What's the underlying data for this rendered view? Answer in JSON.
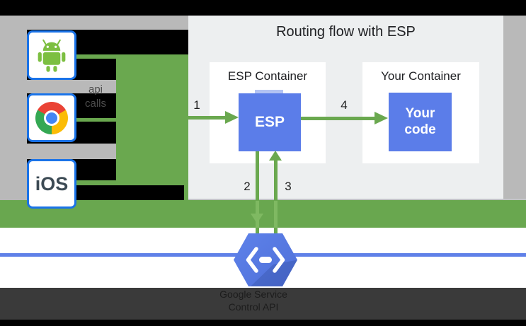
{
  "diagram": {
    "panel_title": "Routing flow with ESP",
    "esp_container_label": "ESP Container",
    "your_container_label": "Your Container",
    "esp_box_label": "ESP",
    "your_code_line1": "Your",
    "your_code_line2": "code",
    "step_1": "1",
    "step_2": "2",
    "step_3": "3",
    "step_4": "4",
    "api_calls_line1": "api",
    "api_calls_line2": "calls",
    "ios_label": "iOS",
    "service_label_line1": "Google Service",
    "service_label_line2": "Control API",
    "client_icons": [
      "android-icon",
      "chrome-icon",
      "ios-label"
    ]
  },
  "colors": {
    "flow_green": "#6aa84f",
    "flow_green_light": "#7fb962",
    "blue_box": "#5b7de9",
    "hexagon_blue": "#5373dd",
    "service_line_blue": "#5f80e8",
    "client_border_blue": "#1a73e8",
    "left_background_gray": "#b9b9b9",
    "panel_gray": "#edeff0",
    "overlay_dark": "#3a3a3a",
    "android_green": "#7cbf41"
  }
}
